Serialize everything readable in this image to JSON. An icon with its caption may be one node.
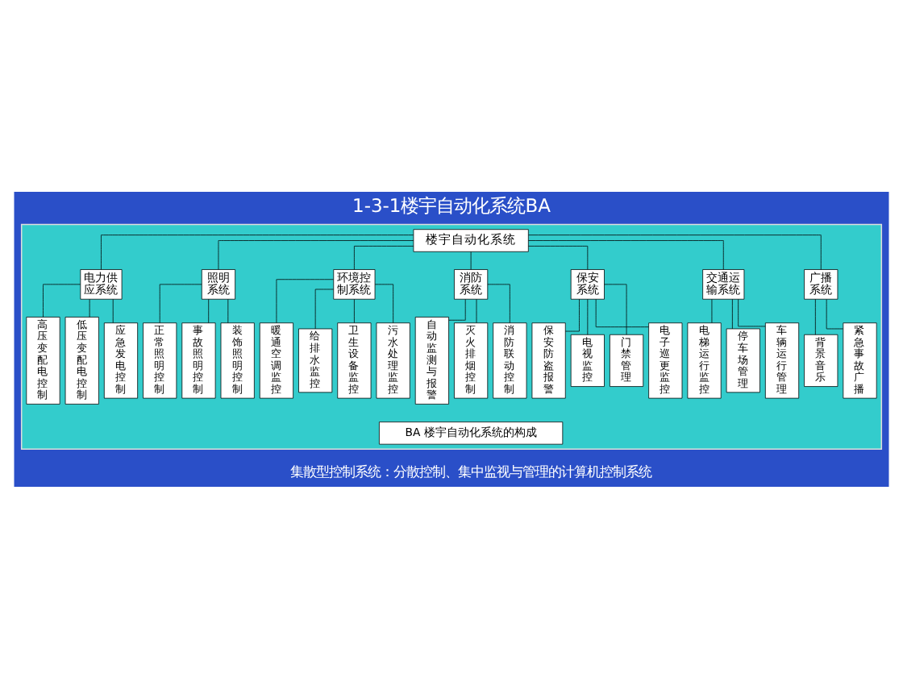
{
  "diagram": {
    "title": "1-3-1楼宇自动化系统BA",
    "caption": "集散型控制系统：分散控制、集中监视与管理的计算机控制系统",
    "nodes": [
      {
        "text": [],
        "shape": "box"
      },
      {
        "text": [
          "楼宇自动化系统"
        ],
        "in": 0
      },
      {
        "text": [
          "电力供应系统"
        ],
        "in": 0
      },
      {
        "text": [
          "照明系统"
        ],
        "in": 0
      },
      {
        "text": [
          "环境控制系统"
        ],
        "in": 0
      },
      {
        "text": [
          "消防系统"
        ],
        "in": 0
      },
      {
        "text": [
          "保安系统"
        ],
        "in": 0
      },
      {
        "text": [
          "交通运输系统"
        ],
        "in": 0
      },
      {
        "text": [
          "广播系统"
        ],
        "in": 0
      },
      {
        "text": [
          "高压变配电控制"
        ],
        "in": 0
      },
      {
        "text": [
          "低压变配电控制"
        ],
        "in": 0
      },
      {
        "text": [
          "应急发电控制"
        ],
        "in": 0
      },
      {
        "text": [
          "正常照明控制"
        ],
        "in": 0
      },
      {
        "text": [
          "事故照明控制"
        ],
        "in": 0
      },
      {
        "text": [
          "装饰照明控制"
        ],
        "in": 0
      },
      {
        "text": [
          "暖通空调监控"
        ],
        "in": 0
      },
      {
        "text": [
          "给排水监控"
        ],
        "in": 0
      },
      {
        "text": [
          "卫生设备监控"
        ],
        "in": 0
      },
      {
        "text": [
          "污水处理监控"
        ],
        "in": 0
      },
      {
        "text": [
          "自动监测与报警"
        ],
        "in": 0
      },
      {
        "text": [
          "灭火排烟控制"
        ],
        "in": 0
      },
      {
        "text": [
          "消防联动控制"
        ],
        "in": 0
      },
      {
        "text": [
          "保安防盗报警"
        ],
        "in": 0
      },
      {
        "text": [
          "电视监控"
        ],
        "in": 0
      },
      {
        "text": [
          "门禁管理"
        ],
        "in": 0
      },
      {
        "text": [
          "电子巡更监控"
        ],
        "in": 0
      },
      {
        "text": [
          "电梯运行监控"
        ],
        "in": 0
      },
      {
        "text": [
          "停车场管理"
        ],
        "in": 0
      },
      {
        "text": [
          "车辆运行管理"
        ],
        "in": 0
      },
      {
        "text": [
          "背景音乐"
        ],
        "in": 0
      },
      {
        "text": [
          "紧急事故广播"
        ],
        "in": 0
      },
      {
        "text": [
          "BA 楼宇自动化系统的构成"
        ],
        "in": 0
      }
    ],
    "edges": [
      {
        "from": 1,
        "to": 2,
        "arrow": "none"
      },
      {
        "from": 1,
        "to": 3,
        "arrow": "none"
      },
      {
        "from": 1,
        "to": 4,
        "arrow": "none"
      },
      {
        "from": 1,
        "to": 5,
        "arrow": "none"
      },
      {
        "from": 1,
        "to": 6,
        "arrow": "none"
      },
      {
        "from": 1,
        "to": 7,
        "arrow": "none"
      },
      {
        "from": 1,
        "to": 8,
        "arrow": "none"
      },
      {
        "from": 2,
        "to": 9,
        "arrow": "none"
      },
      {
        "from": 2,
        "to": 10,
        "arrow": "none"
      },
      {
        "from": 2,
        "to": 11,
        "arrow": "none"
      },
      {
        "from": 3,
        "to": 12,
        "arrow": "none"
      },
      {
        "from": 3,
        "to": 13,
        "arrow": "none"
      },
      {
        "from": 3,
        "to": 14,
        "arrow": "none"
      },
      {
        "from": 4,
        "to": 15,
        "arrow": "none"
      },
      {
        "from": 4,
        "to": 16,
        "arrow": "none"
      },
      {
        "from": 4,
        "to": 17,
        "arrow": "none"
      },
      {
        "from": 4,
        "to": 18,
        "arrow": "none"
      },
      {
        "from": 5,
        "to": 19,
        "arrow": "none"
      },
      {
        "from": 5,
        "to": 20,
        "arrow": "none"
      },
      {
        "from": 5,
        "to": 21,
        "arrow": "none"
      },
      {
        "from": 6,
        "to": 22,
        "arrow": "none"
      },
      {
        "from": 6,
        "to": 23,
        "arrow": "none"
      },
      {
        "from": 6,
        "to": 24,
        "arrow": "none"
      },
      {
        "from": 6,
        "to": 25,
        "arrow": "none"
      },
      {
        "from": 7,
        "to": 26,
        "arrow": "none"
      },
      {
        "from": 7,
        "to": 27,
        "arrow": "none"
      },
      {
        "from": 7,
        "to": 28,
        "arrow": "none"
      },
      {
        "from": 8,
        "to": 29,
        "arrow": "none"
      },
      {
        "from": 8,
        "to": 30,
        "arrow": "none"
      }
    ]
  }
}
